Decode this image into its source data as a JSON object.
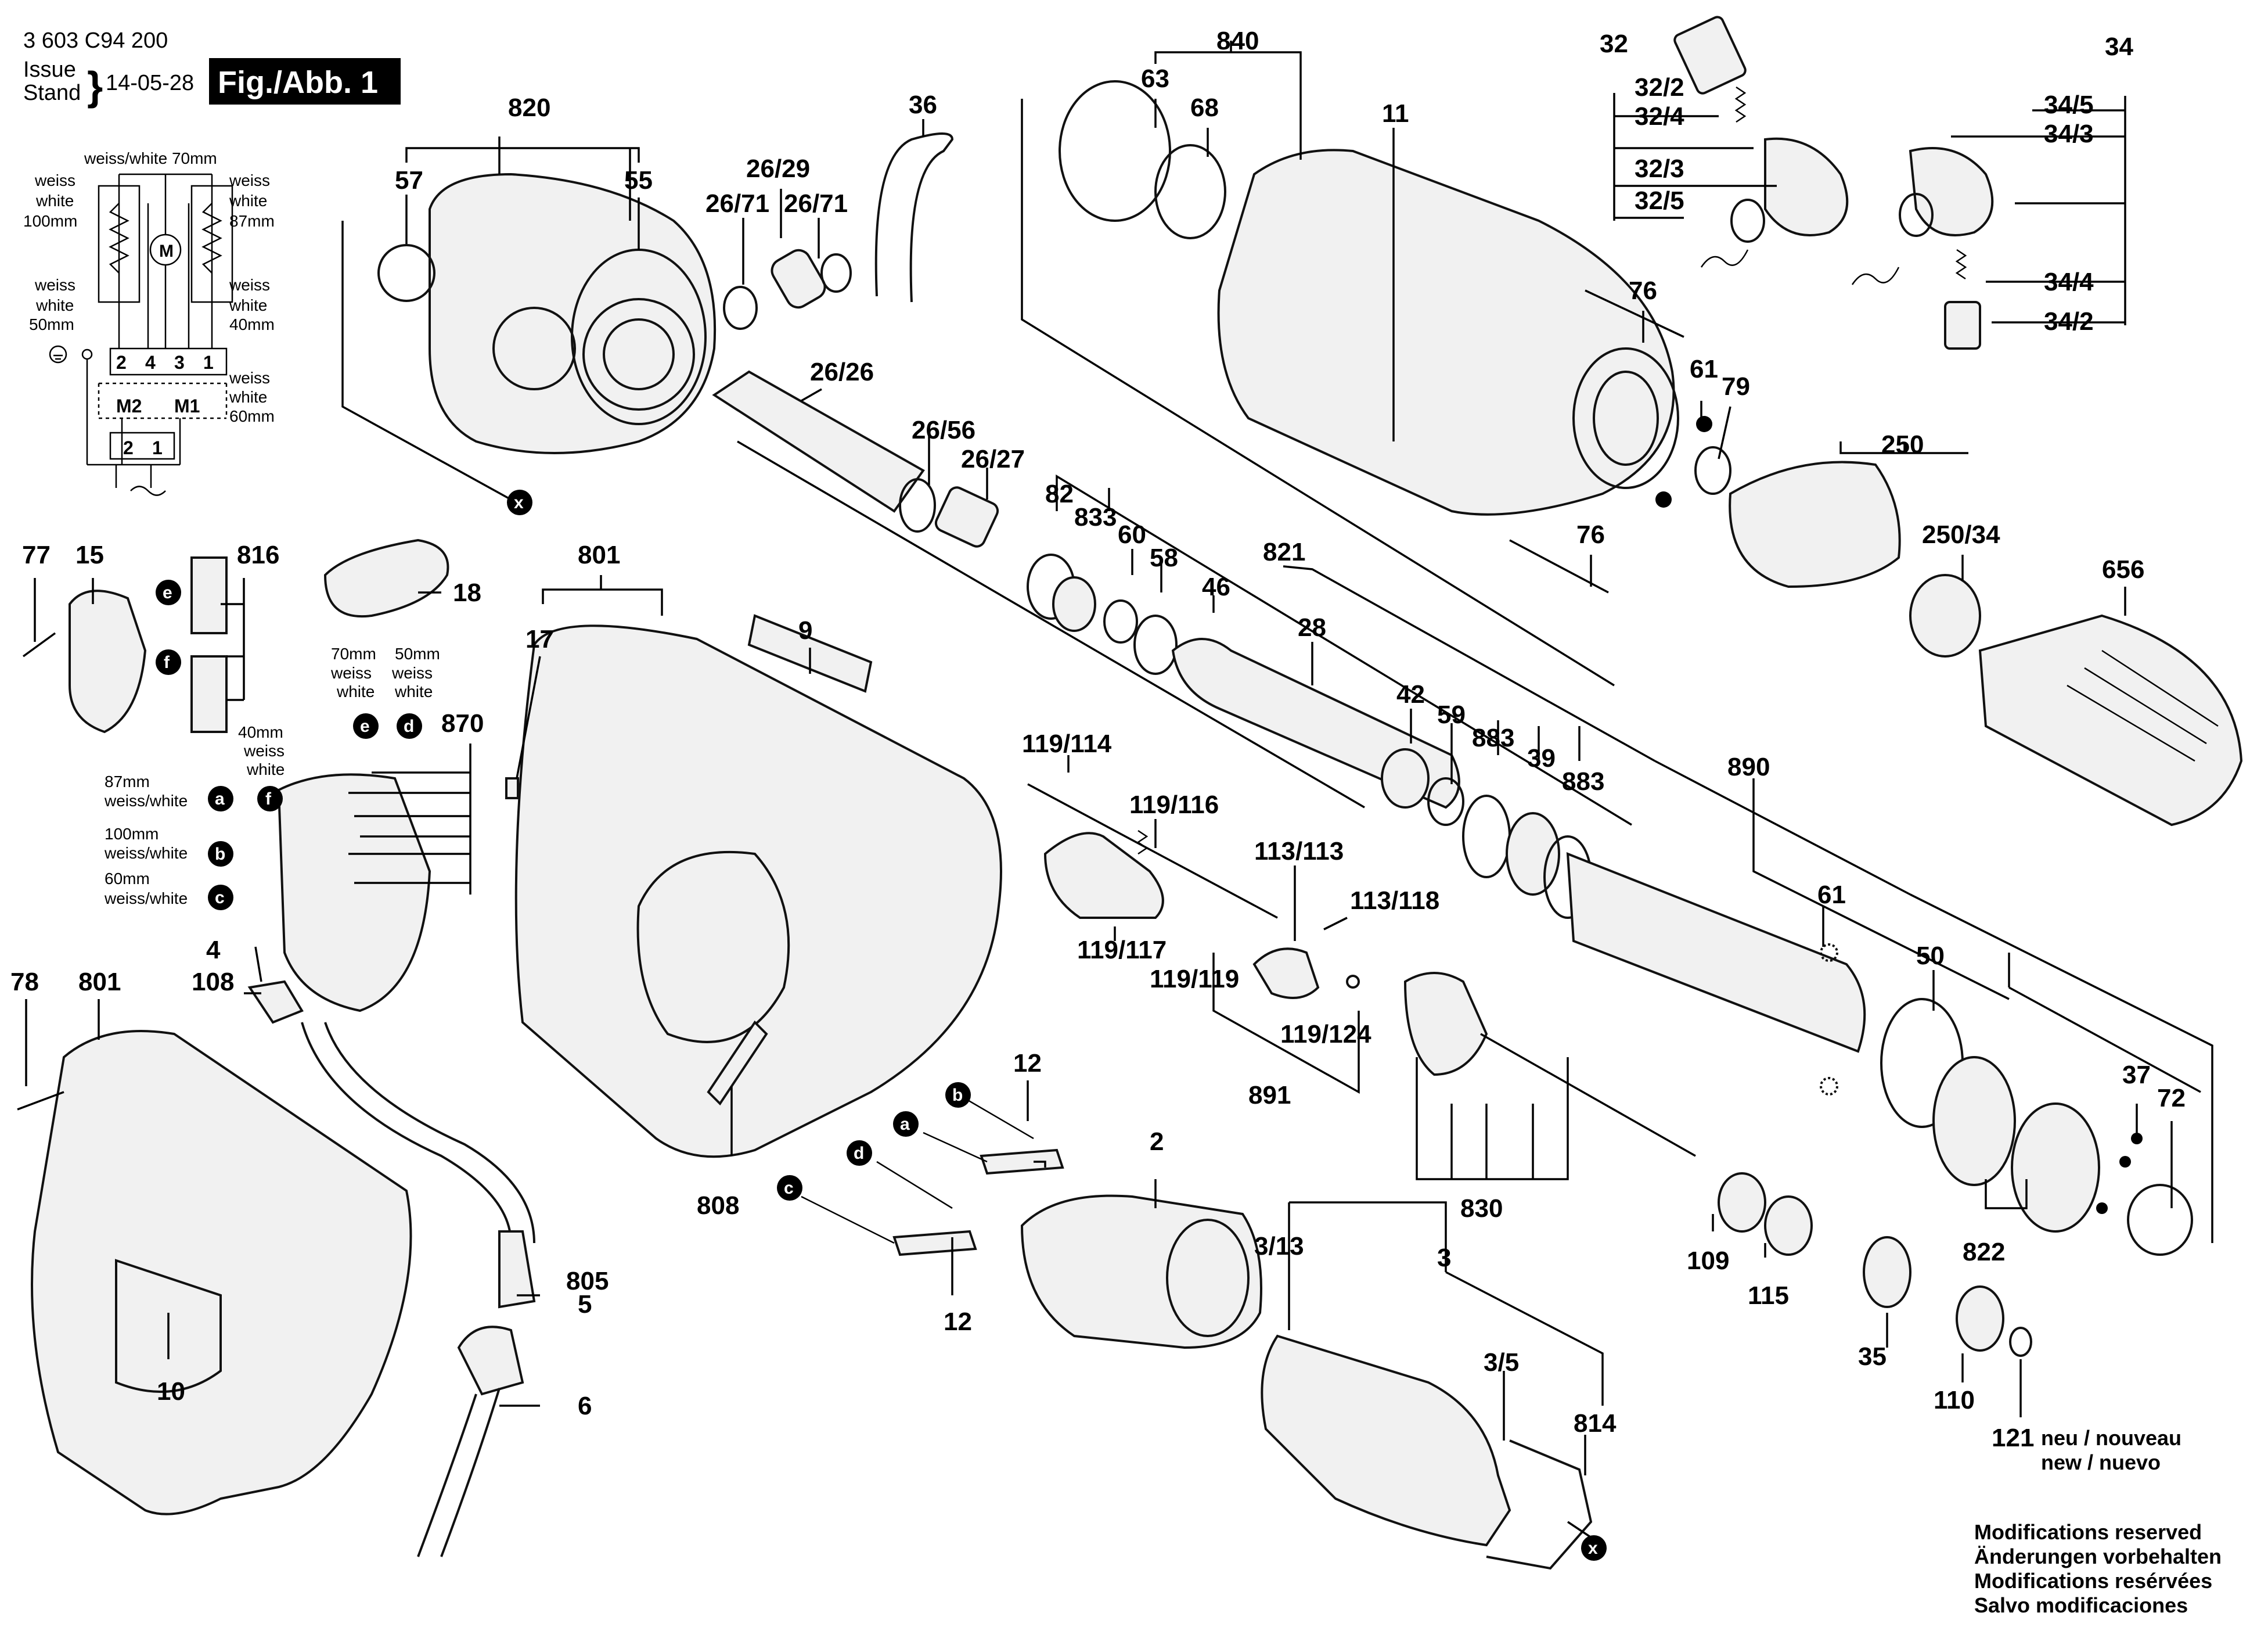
{
  "header": {
    "doc_number": "3 603 C94 200",
    "issue_label": "Issue",
    "stand_label": "Stand",
    "issue_date": "14-05-28",
    "figure_badge": "Fig./Abb. 1"
  },
  "wiring": {
    "wire_top": "weiss/white 70mm",
    "left_87_a": "weiss",
    "left_87_b": "white",
    "left_87_c": "100mm",
    "right_87_a": "weiss",
    "right_87_b": "white",
    "right_87_c": "87mm",
    "left_50_a": "weiss",
    "left_50_b": "white",
    "left_50_c": "50mm",
    "right_40_a": "weiss",
    "right_40_b": "white",
    "right_40_c": "40mm",
    "right_60_a": "weiss",
    "right_60_b": "white",
    "right_60_c": "60mm",
    "terminals": [
      "2",
      "4",
      "3",
      "1"
    ],
    "motor_label": "M",
    "m2": "M2",
    "m1": "M1",
    "plug_2": "2",
    "plug_1": "1"
  },
  "switch_wires": {
    "w70_a": "70mm",
    "w70_b": "weiss",
    "w70_c": "white",
    "w50_a": "50mm",
    "w50_b": "weiss",
    "w50_c": "white",
    "w40_a": "40mm",
    "w40_b": "weiss",
    "w40_c": "white",
    "w87_a": "87mm",
    "w87_b": "weiss/white",
    "w100_a": "100mm",
    "w100_b": "weiss/white",
    "w60_a": "60mm",
    "w60_b": "weiss/white"
  },
  "bubbles": {
    "a": "a",
    "b": "b",
    "c": "c",
    "d": "d",
    "e": "e",
    "f": "f",
    "x": "x"
  },
  "parts": {
    "p820": "820",
    "p57": "57",
    "p55": "55",
    "p36": "36",
    "p26_29": "26/29",
    "p26_71a": "26/71",
    "p26_71b": "26/71",
    "p26_26": "26/26",
    "p26_56": "26/56",
    "p26_27": "26/27",
    "p840": "840",
    "p63": "63",
    "p68": "68",
    "p11": "11",
    "p32": "32",
    "p32_2": "32/2",
    "p32_4": "32/4",
    "p32_3": "32/3",
    "p32_5": "32/5",
    "p34": "34",
    "p34_5": "34/5",
    "p34_3": "34/3",
    "p34_4": "34/4",
    "p34_2": "34/2",
    "p76a": "76",
    "p76b": "76",
    "p61a": "61",
    "p79": "79",
    "p250": "250",
    "p250_34": "250/34",
    "p656": "656",
    "p77": "77",
    "p15": "15",
    "p816": "816",
    "p18": "18",
    "p801a": "801",
    "p9": "9",
    "p17": "17",
    "p870": "870",
    "p82": "82",
    "p833": "833",
    "p60": "60",
    "p58": "58",
    "p46": "46",
    "p821": "821",
    "p28": "28",
    "p42": "42",
    "p59": "59",
    "p883a": "883",
    "p39": "39",
    "p883b": "883",
    "p890": "890",
    "p119_114": "119/114",
    "p119_116": "119/116",
    "p113_113": "113/113",
    "p113_118": "113/118",
    "p119_117": "119/117",
    "p119_119": "119/119",
    "p119_124": "119/124",
    "p891": "891",
    "p4": "4",
    "p108": "108",
    "p78": "78",
    "p801b": "801",
    "p808": "808",
    "p805": "805",
    "p5": "5",
    "p6": "6",
    "p10": "10",
    "p12a": "12",
    "p12b": "12",
    "p2": "2",
    "p830": "830",
    "p109": "109",
    "p115": "115",
    "p61b": "61",
    "p50": "50",
    "p37": "37",
    "p72": "72",
    "p822": "822",
    "p35": "35",
    "p110": "110",
    "p121": "121",
    "p3_13": "3/13",
    "p3": "3",
    "p3_5": "3/5",
    "p814": "814",
    "new_1": "neu / nouveau",
    "new_2": "new / nuevo"
  },
  "footer": {
    "line1": "Modifications reserved",
    "line2": "Änderungen vorbehalten",
    "line3": "Modifications resérvées",
    "line4": "Salvo modificaciones"
  }
}
